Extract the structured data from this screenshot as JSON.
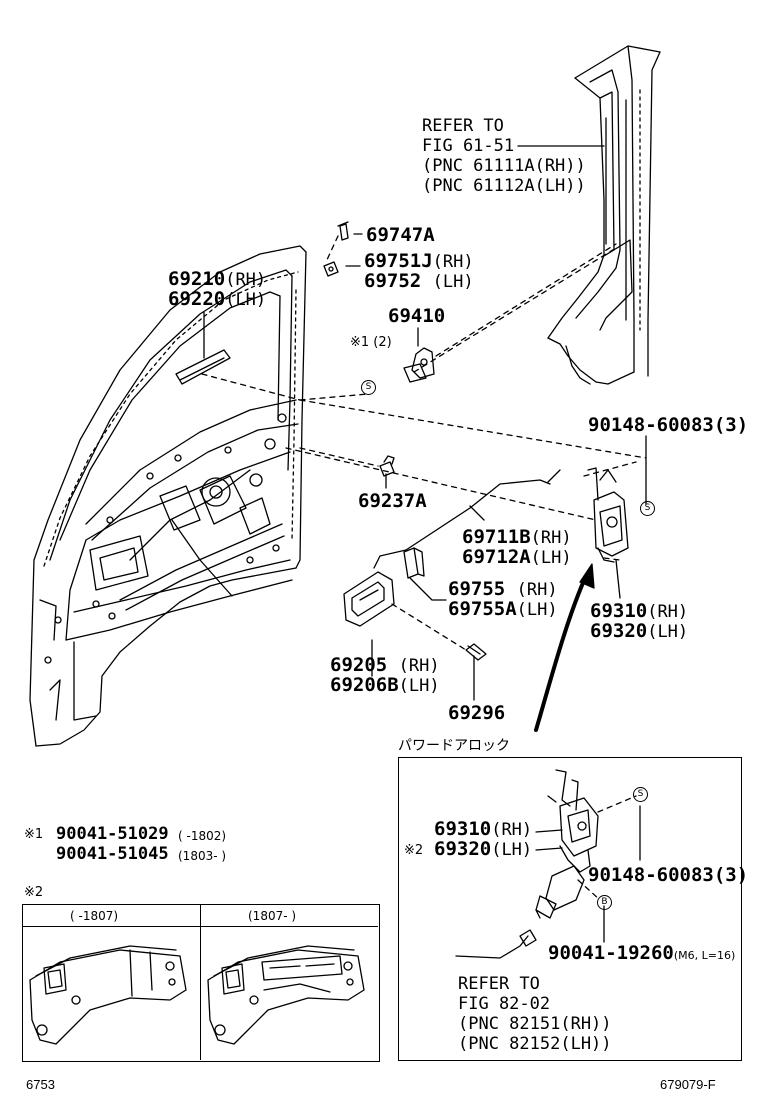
{
  "refer_top": {
    "l1": "REFER TO",
    "l2": "FIG 61-51",
    "l3": "(PNC 61111A(RH))",
    "l4": "(PNC 61112A(LH))"
  },
  "parts": {
    "p69747a": "69747A",
    "p69751j": "69751J",
    "p69751j_sfx": "(RH)",
    "p69752": "69752",
    "p69752_sfx": "(LH)",
    "p69210": "69210",
    "p69210_sfx": "(RH)",
    "p69220": "69220",
    "p69220_sfx": "(LH)",
    "p69410": "69410",
    "note1_mark": "※1 (2)",
    "p90148a": "90148-60083(3)",
    "p69237a": "69237A",
    "p69711b": "69711B",
    "p69711b_sfx": "(RH)",
    "p69712a": "69712A",
    "p69712a_sfx": "(LH)",
    "p69755": "69755",
    "p69755_sfx": "(RH)",
    "p69755a": "69755A",
    "p69755a_sfx": "(LH)",
    "p69310": "69310",
    "p69310_sfx": "(RH)",
    "p69320": "69320",
    "p69320_sfx": "(LH)",
    "p69205": "69205",
    "p69205_sfx": "(RH)",
    "p69206b": "69206B",
    "p69206b_sfx": "(LH)",
    "p69296": "69296"
  },
  "notes": {
    "n1_mark": "※1",
    "n1_l1": "90041-51029",
    "n1_l1_range": "(       -1802)",
    "n1_l2": "90041-51045",
    "n1_l2_range": "(1803-      )",
    "n2_mark": "※2",
    "n2_col1": "(       -1807)",
    "n2_col2": "(1807-       )"
  },
  "power_lock": {
    "title": "パワードアロック",
    "p69310": "69310",
    "p69310_sfx": "(RH)",
    "mark": "※2",
    "p69320": "69320",
    "p69320_sfx": "(LH)",
    "p90148": "90148-60083(3)",
    "p90041": "90041-19260",
    "p90041_sfx": "(M6, L=16)",
    "ref_l1": "REFER TO",
    "ref_l2": "FIG 82-02",
    "ref_l3": "(PNC 82151(RH))",
    "ref_l4": "(PNC 82152(LH))"
  },
  "circles": {
    "s": "S",
    "b": "B"
  },
  "footer": {
    "left": "6753",
    "right": "679079-F"
  }
}
